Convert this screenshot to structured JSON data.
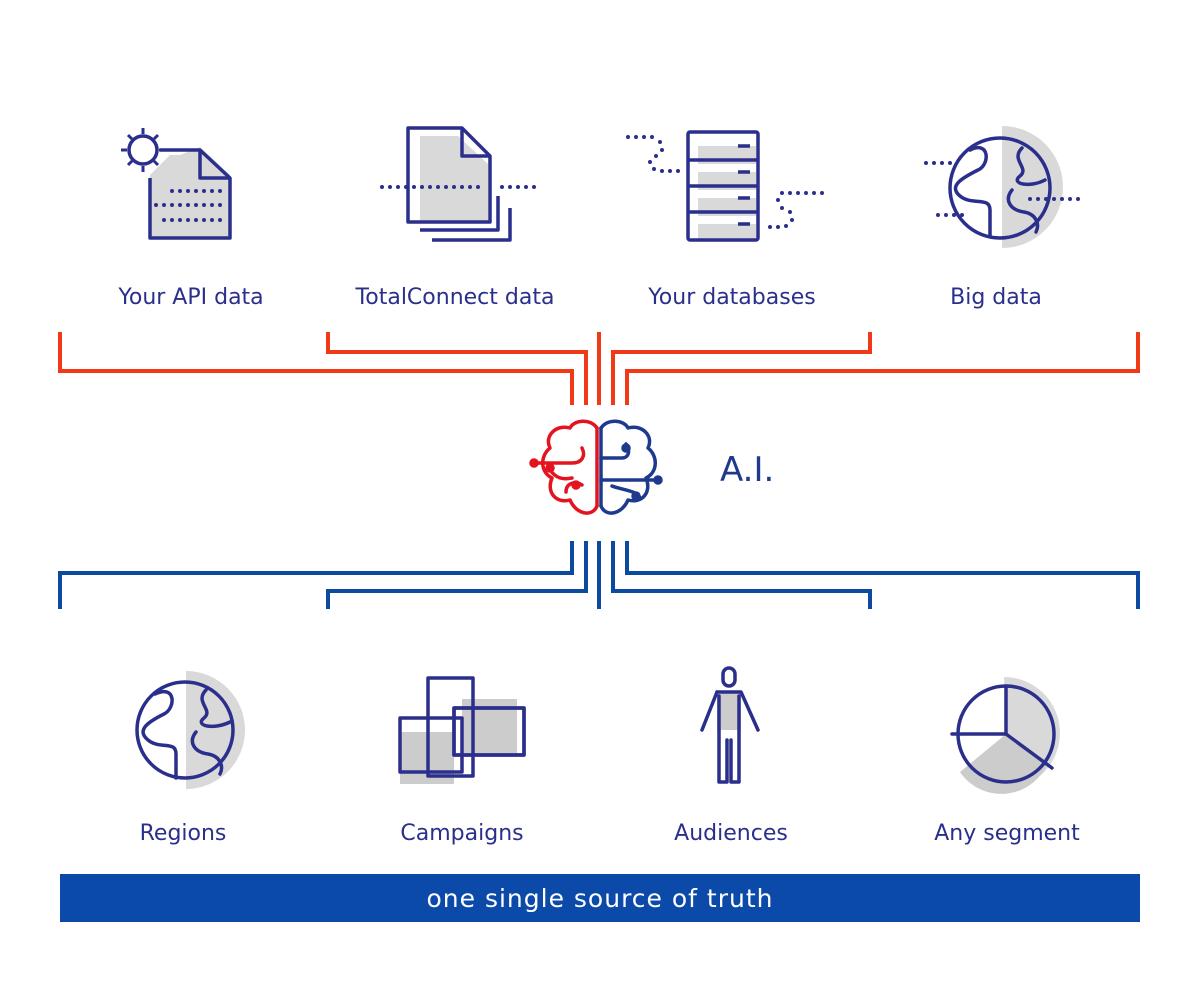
{
  "colors": {
    "icon_stroke": "#2b2f8c",
    "icon_fill": "#d9d9d9",
    "input_bracket": "#f03a17",
    "output_bracket": "#0b4a9e",
    "banner_bg": "#0b4aa8",
    "banner_text": "#ffffff",
    "brain_left": "#e3141f",
    "brain_right": "#1d3a8f"
  },
  "inputs": [
    {
      "label": "Your API data",
      "icon": "api-document-gear-icon"
    },
    {
      "label": "TotalConnect data",
      "icon": "document-stack-icon"
    },
    {
      "label": "Your databases",
      "icon": "database-server-icon"
    },
    {
      "label": "Big data",
      "icon": "globe-icon"
    }
  ],
  "center": {
    "label": "A.I.",
    "icon": "brain-circuit-icon"
  },
  "outputs": [
    {
      "label": "Regions",
      "icon": "globe-icon"
    },
    {
      "label": "Campaigns",
      "icon": "overlapping-squares-icon"
    },
    {
      "label": "Audiences",
      "icon": "person-icon"
    },
    {
      "label": "Any segment",
      "icon": "pie-chart-icon"
    }
  ],
  "banner": {
    "text": "one single source of truth"
  }
}
